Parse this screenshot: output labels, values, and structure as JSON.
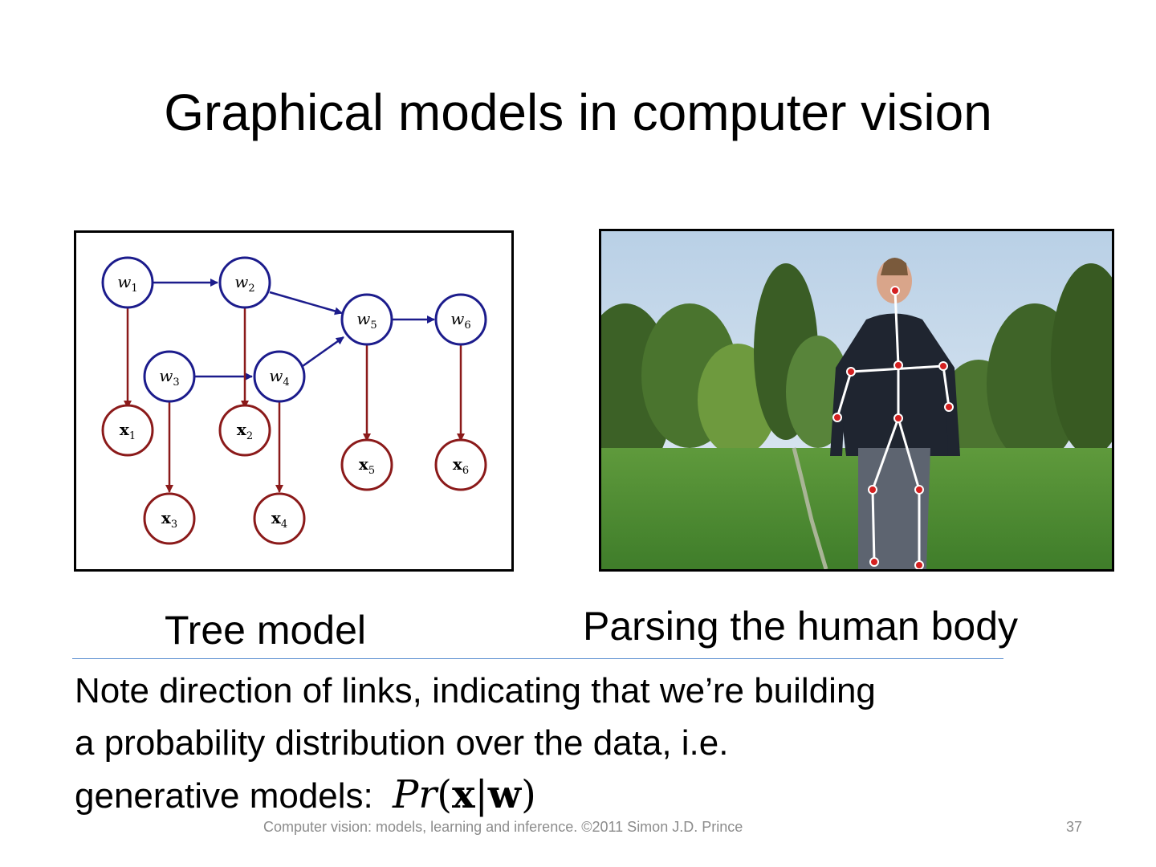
{
  "slide": {
    "title": "Graphical models in computer vision",
    "caption_left": "Tree model",
    "caption_right": "Parsing the human body",
    "body_lines": [
      "Note direction of links, indicating that we’re building",
      "a probability distribution over the data, i.e.",
      "generative models: "
    ],
    "formula": {
      "pr": "Pr",
      "open": "(",
      "x": "x",
      "bar": "|",
      "w": "w",
      "close": ")"
    },
    "footer": "Computer vision: models, learning and inference.  ©2011 Simon J.D. Prince",
    "page_number": "37"
  },
  "graph": {
    "colors": {
      "hidden": "#1c1c8c",
      "observed": "#8b1a1a"
    },
    "hidden_nodes": [
      {
        "letter": "w",
        "sub": "1"
      },
      {
        "letter": "w",
        "sub": "2"
      },
      {
        "letter": "w",
        "sub": "3"
      },
      {
        "letter": "w",
        "sub": "4"
      },
      {
        "letter": "w",
        "sub": "5"
      },
      {
        "letter": "w",
        "sub": "6"
      }
    ],
    "observed_nodes": [
      {
        "letter": "x",
        "sub": "1"
      },
      {
        "letter": "x",
        "sub": "2"
      },
      {
        "letter": "x",
        "sub": "3"
      },
      {
        "letter": "x",
        "sub": "4"
      },
      {
        "letter": "x",
        "sub": "5"
      },
      {
        "letter": "x",
        "sub": "6"
      }
    ]
  },
  "photo": {
    "colors": {
      "sky": "#dce8f2",
      "grass": "#4f8f34",
      "trees": "#3f6b2a",
      "skeleton": "#ffffff",
      "joints": "#d42020"
    }
  }
}
